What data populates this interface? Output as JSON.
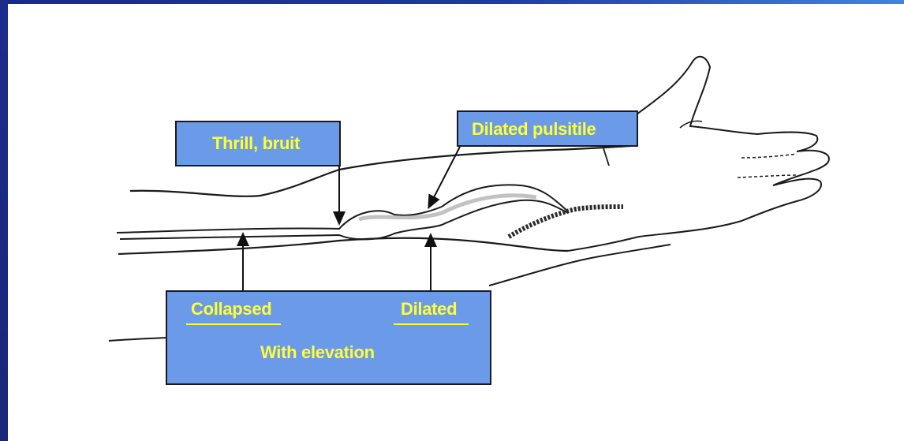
{
  "labels": {
    "thrill": "Thrill, bruit",
    "dilated_pulsatile": "Dilated pulsitile",
    "collapsed": "Collapsed",
    "dilated": "Dilated",
    "with_elevation": "With elevation"
  },
  "colors": {
    "box_fill": "#6b9be8",
    "label_text": "#ffff33",
    "frame_blue": "#1a2a8a"
  }
}
